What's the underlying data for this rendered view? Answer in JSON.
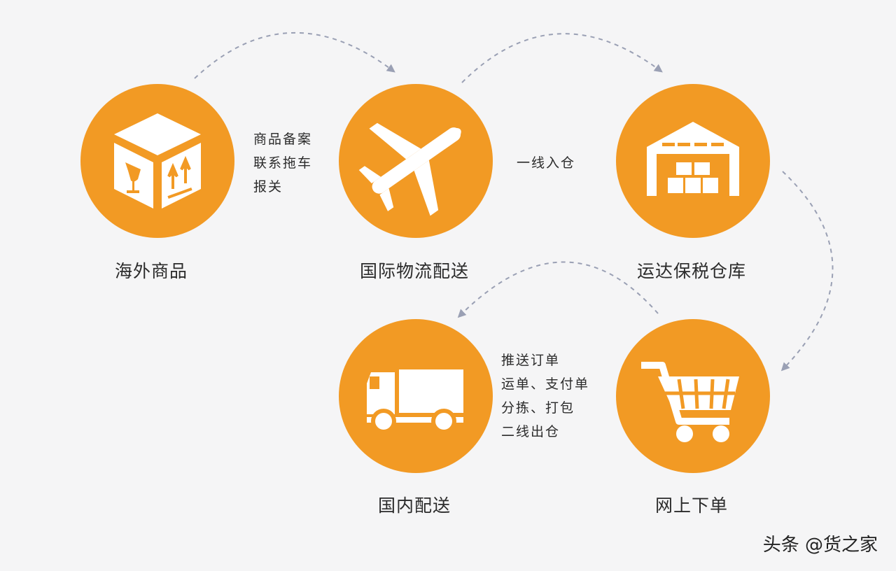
{
  "nodes": {
    "overseas": "海外商品",
    "intl_logistics": "国际物流配送",
    "bonded_warehouse": "运达保税仓库",
    "domestic_delivery": "国内配送",
    "online_order": "网上下单"
  },
  "notes": {
    "customs": [
      "商品备案",
      "联系拖车",
      "报关"
    ],
    "warehouse_entry": "一线入仓",
    "fulfillment": [
      "推送订单",
      "运单、支付单",
      "分拣、打包",
      "二线出仓"
    ]
  },
  "icons": {
    "overseas": "box-icon",
    "intl_logistics": "airplane-icon",
    "bonded_warehouse": "warehouse-icon",
    "domestic_delivery": "truck-icon",
    "online_order": "shopping-cart-icon"
  },
  "colors": {
    "node_fill": "#f29a24",
    "arrow": "#9aa0b4",
    "background": "#f5f5f6"
  },
  "watermark": "头条 @货之家"
}
